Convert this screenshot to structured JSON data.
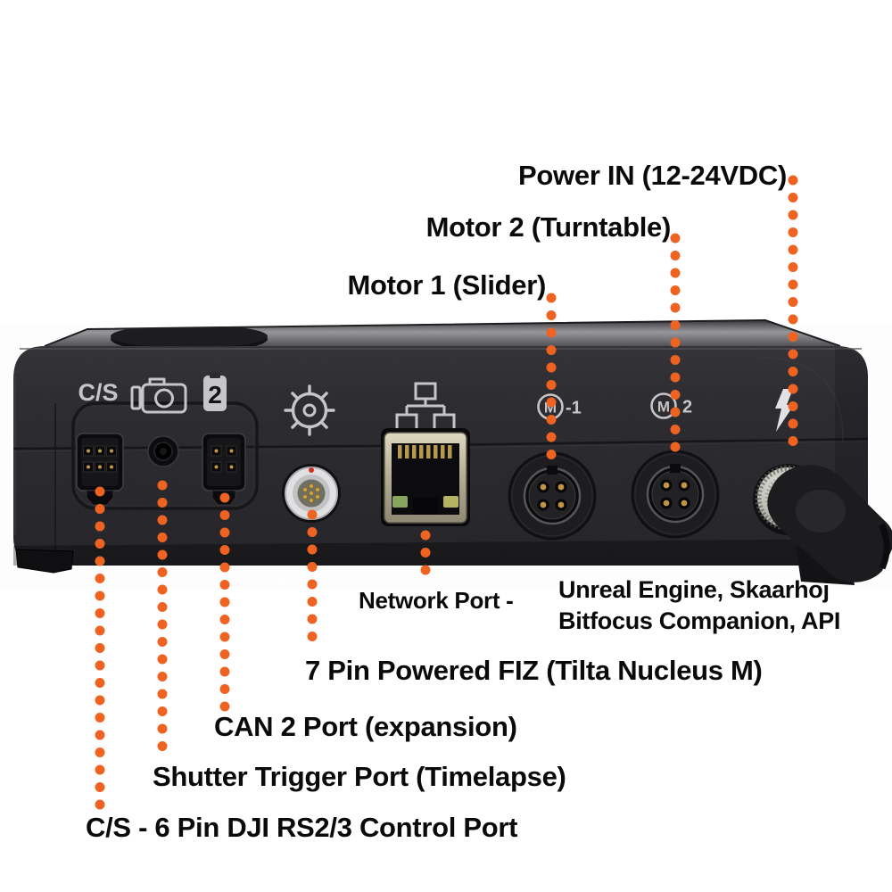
{
  "colors": {
    "accent_orange": "#EE6322",
    "label_black": "#0a0a0a",
    "icon_gray": "#c6c6c8",
    "device_body": "#28282b"
  },
  "callouts": {
    "power_in": {
      "label": "Power IN (12-24VDC)"
    },
    "motor2": {
      "label": "Motor 2 (Turntable)"
    },
    "motor1": {
      "label": "Motor 1 (Slider)"
    },
    "network": {
      "label": "Network Port -",
      "note_line1": "Unreal Engine, Skaarhoj",
      "note_line2": "Bitfocus Companion, API"
    },
    "fiz": {
      "label": "7 Pin Powered FIZ (Tilta Nucleus M)"
    },
    "can2": {
      "label": "CAN 2 Port (expansion)"
    },
    "shutter": {
      "label": "Shutter Trigger Port (Timelapse)"
    },
    "cs": {
      "label": "C/S - 6 Pin DJI RS2/3 Control Port"
    }
  },
  "device": {
    "markings": {
      "cs": "C/S",
      "can2_badge": "2",
      "motor1_letter": "M",
      "motor1_suffix": "-1",
      "motor2_letter": "M",
      "motor2_suffix": "2"
    },
    "icons": {
      "camera": "camera-icon",
      "fiz_wheel": "ship-wheel-icon",
      "network": "lan-network-icon",
      "motor1": "m-circle-icon",
      "motor2": "m-circle-icon",
      "power": "lightning-bolt-icon"
    }
  }
}
